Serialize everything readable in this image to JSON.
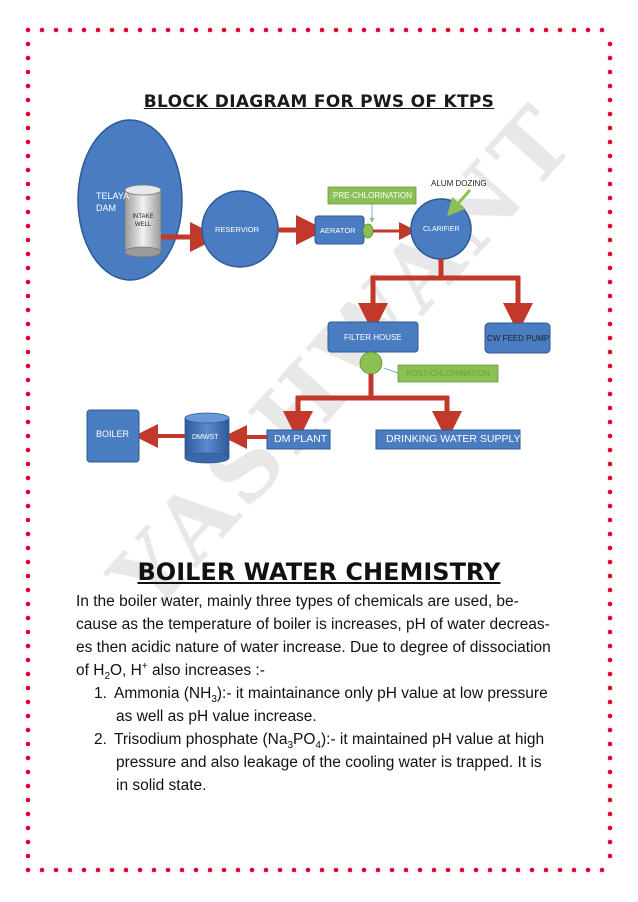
{
  "diagram": {
    "title": "Block Diagram for PWS of KTPS",
    "nodes": {
      "telaya_dam": "TELAYA\nDAM",
      "intake_well": "INTAKE\nWELL",
      "reservior": "RESERVIOR",
      "aerator": "AERATOR",
      "clarifier": "CLARIFIER",
      "filter_house": "FILTER HOUSE",
      "cw_feed_pump": "CW FEED PUMP",
      "dm_plant": "DM PLANT",
      "drinking_water_supply": "DRINKING WATER SUPPLY",
      "dmwst": "DMWST",
      "boiler": "BOILER"
    },
    "annotations": {
      "pre_chlorination": "PRE-CHLORINATION",
      "alum_dozing": "ALUM DOZING",
      "post_chlorination": "POST-CHLORINATION"
    }
  },
  "watermark": "YASHWANT",
  "section": {
    "title": "Boiler Water Chemistry",
    "intro_line1": "In the boiler water, mainly three types of chemicals are used, be-",
    "intro_line2": "cause as the temperature of boiler is increases, pH of water decreas-",
    "intro_line3": "es then acidic nature of water increase. Due to degree of dissociation",
    "intro_line4_a": "of H",
    "intro_line4_sub": "2",
    "intro_line4_b": "O, H",
    "intro_line4_sup": "+",
    "intro_line4_c": " also increases  :-",
    "items": [
      {
        "num": "1.",
        "name_a": "Ammonia (NH",
        "name_sub": "3",
        "name_b": "):- it maintainance only pH value at low pressure",
        "line2": "as well as pH value increase."
      },
      {
        "num": "2.",
        "name_a": "Trisodium phosphate (Na",
        "name_sub1": "3",
        "name_mid": "PO",
        "name_sub2": "4",
        "name_b": "):- it maintained pH value at high",
        "line2": "pressure and also leakage of the cooling water is trapped. It is",
        "line3": "in solid state."
      }
    ]
  },
  "colors": {
    "border_dots": "#e0002a",
    "node_fill": "#4a7cc2",
    "node_stroke": "#2e5a96",
    "pipe": "#c0392b",
    "green_box": "#8cbf56",
    "valve": "#8cc152"
  }
}
